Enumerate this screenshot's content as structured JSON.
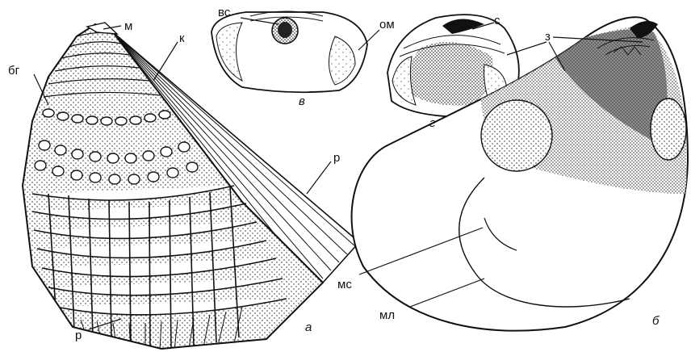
{
  "figure": {
    "labels": {
      "m": "м",
      "bg": "бг",
      "k": "к",
      "r_top": "р",
      "r_bottom": "р",
      "vs": "вс",
      "om": "ом",
      "s": "с",
      "z": "з",
      "ms": "мс",
      "ml": "мл"
    },
    "panels": {
      "a": "а",
      "b": "б",
      "v": "в",
      "g": "г"
    }
  }
}
